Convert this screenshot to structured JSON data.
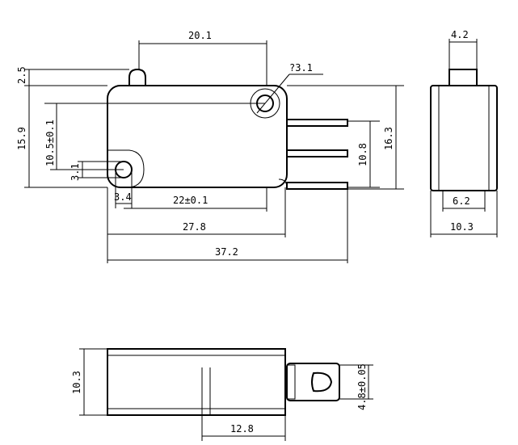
{
  "dimensions": {
    "d_20_1": "20.1",
    "d_phi_3_1": "?3.1",
    "d_2_5": "2.5",
    "d_15_9": "15.9",
    "d_10_5": "10.5±0.1",
    "d_3_1": "3.1",
    "d_3_4": "3.4",
    "d_22": "22±0.1",
    "d_27_8": "27.8",
    "d_37_2": "37.2",
    "d_10_8": "10.8",
    "d_16_3": "16.3",
    "d_4_2": "4.2",
    "d_6_2": "6.2",
    "d_10_3_side": "10.3",
    "d_10_3_bottom": "10.3",
    "d_12_8": "12.8",
    "d_4_8": "4.8±0.05"
  }
}
